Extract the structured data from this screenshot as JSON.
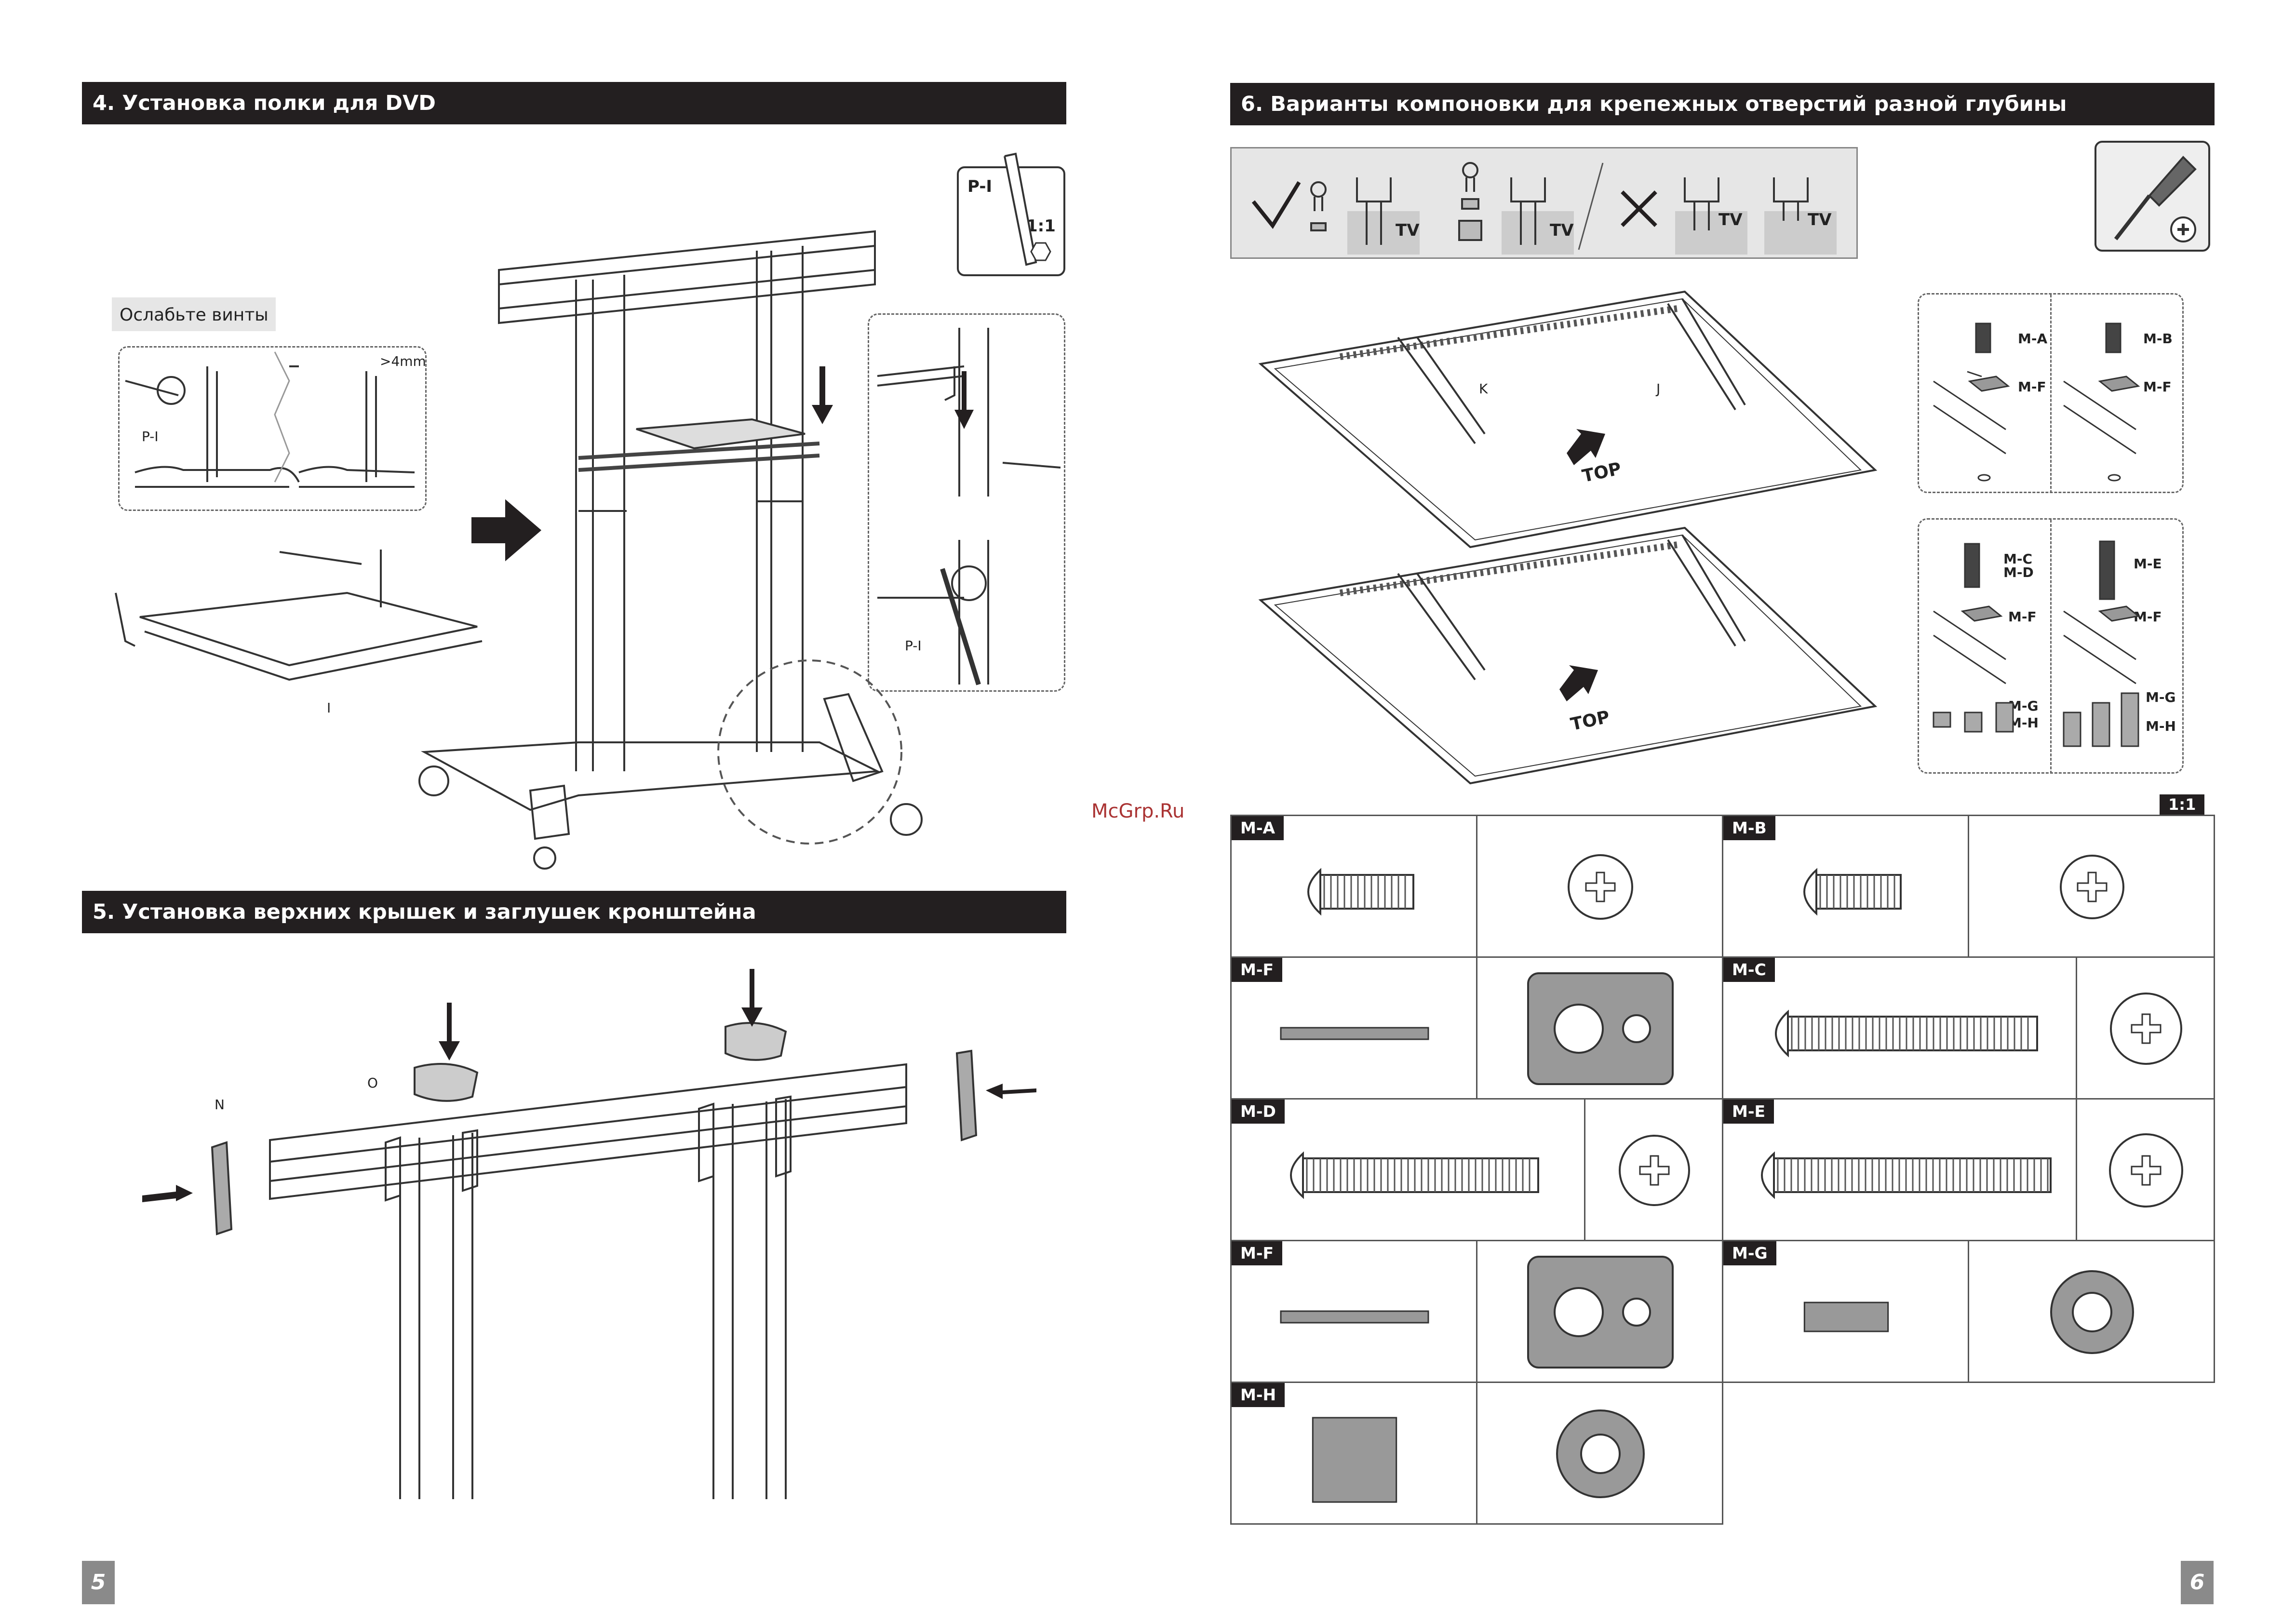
{
  "left_page": {
    "section4": {
      "title": "4. Установка полки для DVD"
    },
    "loosen_label": "Ослабьте винты",
    "gap_label": ">4mm",
    "tool_label": "P-I",
    "scale_label": "1:1",
    "shelf_label": "I",
    "wrench_detail_label": "P-I",
    "section5": {
      "title": "5. Установка верхних крышек и заглушек кронштейна"
    },
    "cap_label": "O",
    "plug_label": "N",
    "page_number": "5"
  },
  "right_page": {
    "section6": {
      "title": "6. Варианты компоновки для крепежных отверстий разной глубины"
    },
    "tv_label": "TV",
    "bracket_labels": {
      "left": "K",
      "right": "J"
    },
    "top_label": "TOP",
    "watermark": "McGrp.Ru",
    "scale_label": "1:1",
    "hardware_callouts": {
      "top_left": [
        "M-A",
        "M-F"
      ],
      "top_right": [
        "M-B",
        "M-F"
      ],
      "bottom_left": [
        "M-C",
        "M-D",
        "M-F",
        "M-G",
        "M-H"
      ],
      "bottom_right": [
        "M-E",
        "M-F",
        "M-G",
        "M-H"
      ]
    },
    "hardware": [
      {
        "id": "M-A",
        "kind": "screw",
        "length": 0.55
      },
      {
        "id": "M-B",
        "kind": "screw",
        "length": 0.5
      },
      {
        "id": "M-F",
        "kind": "washer_plate"
      },
      {
        "id": "M-C",
        "kind": "screw",
        "length": 0.9
      },
      {
        "id": "M-D",
        "kind": "screw",
        "length": 0.85
      },
      {
        "id": "M-E",
        "kind": "screw",
        "length": 1.0
      },
      {
        "id": "M-F",
        "kind": "washer_plate"
      },
      {
        "id": "M-G",
        "kind": "spacer_short"
      },
      {
        "id": "M-H",
        "kind": "spacer_tall"
      }
    ],
    "page_number": "6"
  },
  "colors": {
    "header_bg": "#231f20",
    "part_fill": "#8f8f8f",
    "panel_bg": "#e6e6e6"
  },
  "icons": [
    "allen-key-icon",
    "screwdriver-icon",
    "check-mark-icon",
    "cross-mark-icon",
    "arrow-icon"
  ]
}
